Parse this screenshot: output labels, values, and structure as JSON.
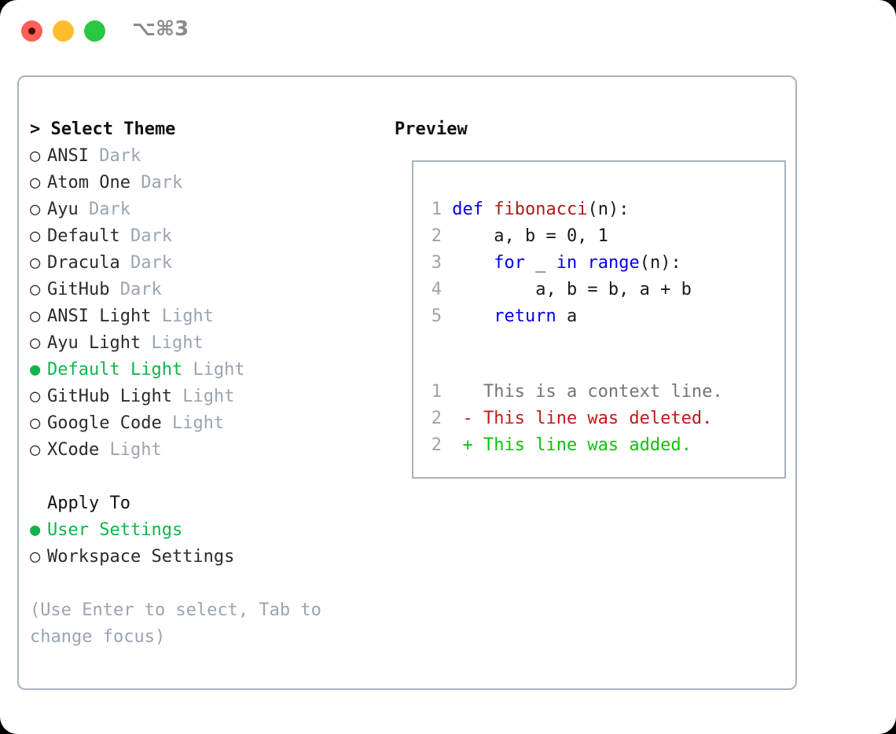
{
  "window": {
    "shortcut": "⌥⌘3",
    "traffic_lights": [
      {
        "name": "close",
        "color": "#ff5f57"
      },
      {
        "name": "minimize",
        "color": "#ffbd2e"
      },
      {
        "name": "zoom",
        "color": "#28c840"
      }
    ]
  },
  "theme_picker": {
    "heading": "> Select Theme",
    "selected_bullet": "●",
    "unselected_bullet": "○",
    "accent_color": "#10b44a",
    "muted_color": "#9aa5b1",
    "items": [
      {
        "bullet": "○",
        "label": "ANSI",
        "badge": "Dark",
        "selected": false
      },
      {
        "bullet": "○",
        "label": "Atom One",
        "badge": "Dark",
        "selected": false
      },
      {
        "bullet": "○",
        "label": "Ayu",
        "badge": "Dark",
        "selected": false
      },
      {
        "bullet": "○",
        "label": "Default",
        "badge": "Dark",
        "selected": false
      },
      {
        "bullet": "○",
        "label": "Dracula",
        "badge": "Dark",
        "selected": false
      },
      {
        "bullet": "○",
        "label": "GitHub",
        "badge": "Dark",
        "selected": false
      },
      {
        "bullet": "○",
        "label": "ANSI Light",
        "badge": "Light",
        "selected": false
      },
      {
        "bullet": "○",
        "label": "Ayu Light",
        "badge": "Light",
        "selected": false
      },
      {
        "bullet": "●",
        "label": "Default Light",
        "badge": "Light",
        "selected": true
      },
      {
        "bullet": "○",
        "label": "GitHub Light",
        "badge": "Light",
        "selected": false
      },
      {
        "bullet": "○",
        "label": "Google Code",
        "badge": "Light",
        "selected": false
      },
      {
        "bullet": "○",
        "label": "XCode",
        "badge": "Light",
        "selected": false
      }
    ]
  },
  "apply_to": {
    "heading": "Apply To",
    "items": [
      {
        "bullet": "●",
        "label": "User Settings",
        "selected": true
      },
      {
        "bullet": "○",
        "label": "Workspace Settings",
        "selected": false
      }
    ]
  },
  "hint": "(Use Enter to select, Tab to change focus)",
  "preview": {
    "heading": "Preview",
    "code_lines": [
      {
        "number": "1",
        "tokens": [
          {
            "text": " ",
            "type": "txt"
          },
          {
            "text": "def",
            "type": "kw"
          },
          {
            "text": " ",
            "type": "txt"
          },
          {
            "text": "fibonacci",
            "type": "fn"
          },
          {
            "text": "(n):",
            "type": "txt"
          }
        ]
      },
      {
        "number": "2",
        "tokens": [
          {
            "text": "     a, b = 0, 1",
            "type": "txt"
          }
        ]
      },
      {
        "number": "3",
        "tokens": [
          {
            "text": "     ",
            "type": "txt"
          },
          {
            "text": "for",
            "type": "kw"
          },
          {
            "text": " _ ",
            "type": "txt"
          },
          {
            "text": "in",
            "type": "kw"
          },
          {
            "text": " ",
            "type": "txt"
          },
          {
            "text": "range",
            "type": "bi"
          },
          {
            "text": "(n):",
            "type": "txt"
          }
        ]
      },
      {
        "number": "4",
        "tokens": [
          {
            "text": "         a, b = b, a + b",
            "type": "txt"
          }
        ]
      },
      {
        "number": "5",
        "tokens": [
          {
            "text": "     ",
            "type": "txt"
          },
          {
            "text": "return",
            "type": "kw"
          },
          {
            "text": " a",
            "type": "txt"
          }
        ]
      }
    ],
    "diff_lines": [
      {
        "number": "1",
        "marker": "  ",
        "text": "This is a context line.",
        "kind": "context"
      },
      {
        "number": "2",
        "marker": "- ",
        "text": "This line was deleted.",
        "kind": "deleted"
      },
      {
        "number": "2",
        "marker": "+ ",
        "text": "This line was added.",
        "kind": "added"
      }
    ]
  }
}
